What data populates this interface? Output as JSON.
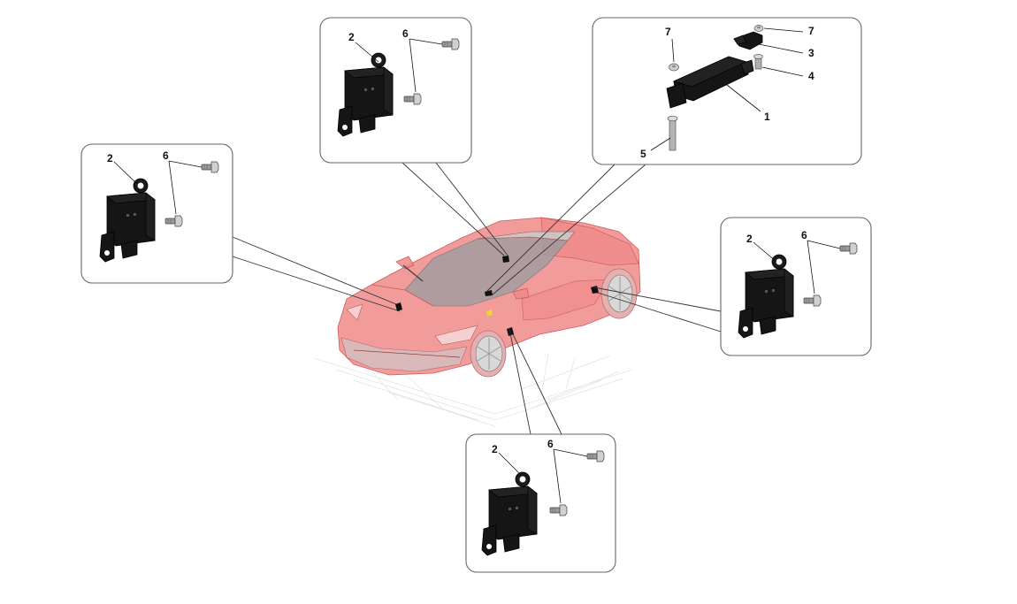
{
  "callouts": {
    "top_left_panel": {
      "module": "2",
      "screw": "6"
    },
    "top_center_panel": {
      "module": "2",
      "screw": "6"
    },
    "top_right_panel": {
      "unit": "1",
      "bracket_nut": "7",
      "bracket": "3",
      "pin": "4",
      "bolt": "5",
      "nut": "7"
    },
    "right_panel": {
      "module": "2",
      "screw": "6"
    },
    "bottom_panel": {
      "module": "2",
      "screw": "6"
    }
  },
  "colors": {
    "car_body": "#f08a8a",
    "part_black": "#1c1c1c",
    "panel_border": "#666666"
  }
}
